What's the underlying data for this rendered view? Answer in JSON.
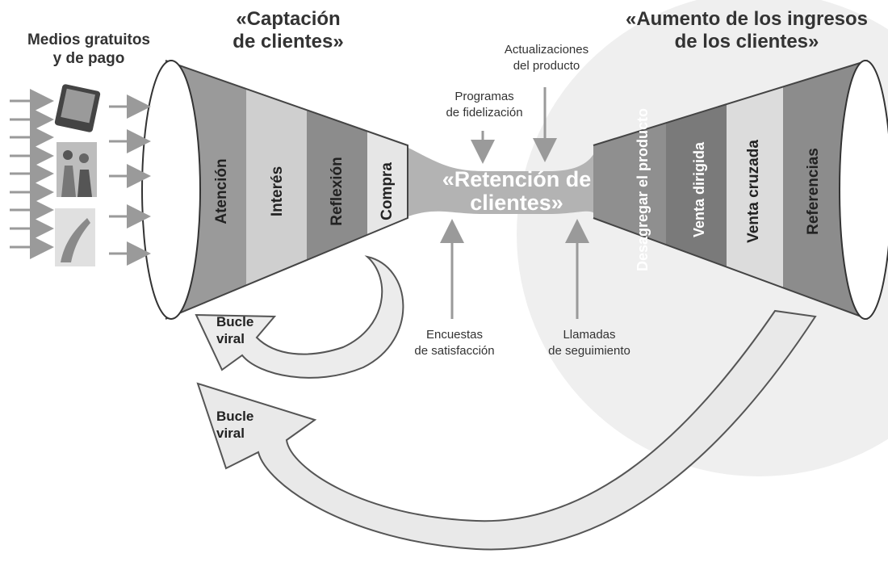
{
  "headings": {
    "media": "Medios gratuitos\ny de pago",
    "acquisition": "«Captación\nde clientes»",
    "revenue": "«Aumento de los ingresos\nde los clientes»",
    "retention": "«Retención de\nclientes»"
  },
  "funnel_left_stages": [
    "Atención",
    "Interés",
    "Reflexión",
    "Compra"
  ],
  "funnel_right_stages": [
    "Desagregar\nel producto",
    "Venta dirigida",
    "Venta cruzada",
    "Referencias"
  ],
  "retention_inputs": {
    "top": [
      "Programas\nde fidelización",
      "Actualizaciones\ndel producto"
    ],
    "bottom": [
      "Encuestas\nde satisfacción",
      "Llamadas\nde seguimiento"
    ]
  },
  "viral_loops": {
    "small": "Bucle\nviral",
    "large": "Bucle\nviral"
  },
  "icons": [
    "tablet-icon",
    "people-photo-icon",
    "hand-icon"
  ],
  "colors": {
    "stage_dark": "#8c8c8c",
    "stage_mid": "#a8a8a8",
    "stage_light": "#d4d4d4",
    "stage_pale": "#e8e8e8",
    "neck": "#b8b8b8",
    "halo": "#efefef",
    "arrow_fill": "#e9e9e9",
    "arrow_stroke": "#666666"
  }
}
